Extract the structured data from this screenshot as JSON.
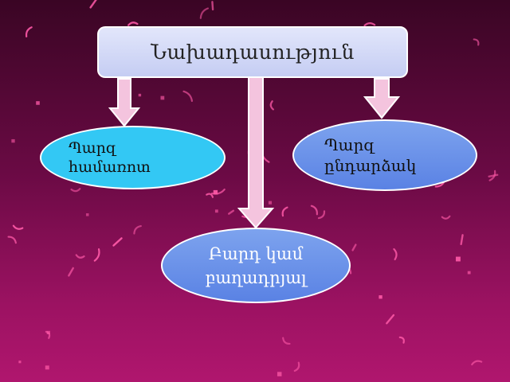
{
  "diagram": {
    "title": "Նախադասություն",
    "left_node": {
      "line1": "Պարզ",
      "line2": "համառոտ"
    },
    "right_node": {
      "line1": "Պարզ",
      "line2": "ընդարձակ"
    },
    "bottom_node": {
      "line1": "Բարդ կամ",
      "line2": "բաղադրյալ"
    }
  },
  "colors": {
    "arrow_fill": "#f4c4de",
    "arrow_stroke": "#ffffff",
    "confetti": "#ff5aa8"
  }
}
